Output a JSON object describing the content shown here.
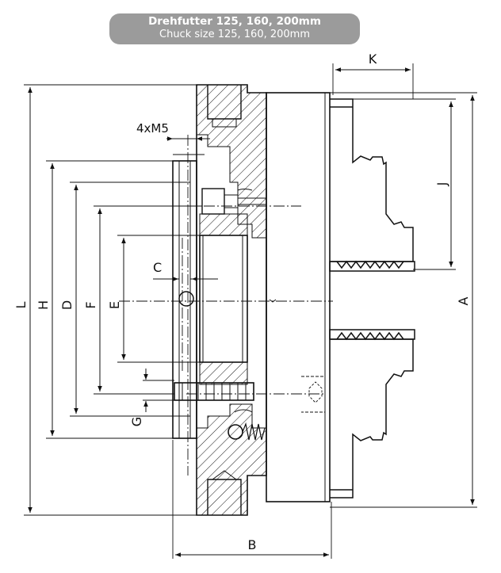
{
  "header": {
    "title": "Drehfutter 125, 160, 200mm",
    "subtitle": "Chuck size 125, 160, 200mm"
  },
  "dimensions": {
    "L": "L",
    "H": "H",
    "D": "D",
    "F": "F",
    "E": "E",
    "C": "C",
    "G": "G",
    "B": "B",
    "A": "A",
    "J": "J",
    "K": "K",
    "thread": "4xM5"
  },
  "colors": {
    "line": "#111111",
    "pill": "#9b9b9b"
  }
}
